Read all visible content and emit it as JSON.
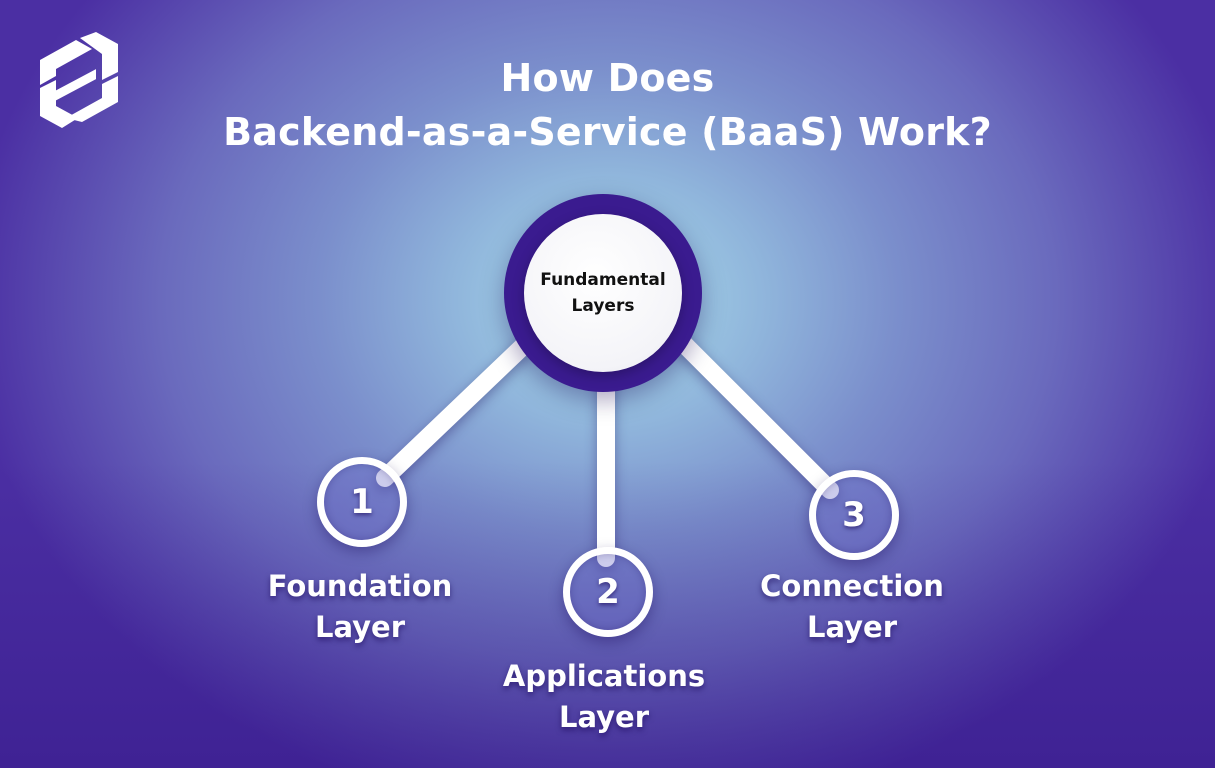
{
  "title": {
    "line1": "How Does",
    "line2": "Backend-as-a-Service (BaaS) Work?"
  },
  "logo": {
    "icon": "s-letter-logo-icon",
    "color": "#ffffff"
  },
  "hub": {
    "line1": "Fundamental",
    "line2": "Layers"
  },
  "layers": [
    {
      "number": "1",
      "line1": "Foundation",
      "line2": "Layer"
    },
    {
      "number": "2",
      "line1": "Applications",
      "line2": "Layer"
    },
    {
      "number": "3",
      "line1": "Connection",
      "line2": "Layer"
    }
  ],
  "colors": {
    "background_center": "#a9dceb",
    "background_edge": "#4b2fa3",
    "hub_ring": "#3a1b8f",
    "hub_fill": "#ffffff",
    "text": "#ffffff",
    "connector": "#ffffff"
  }
}
